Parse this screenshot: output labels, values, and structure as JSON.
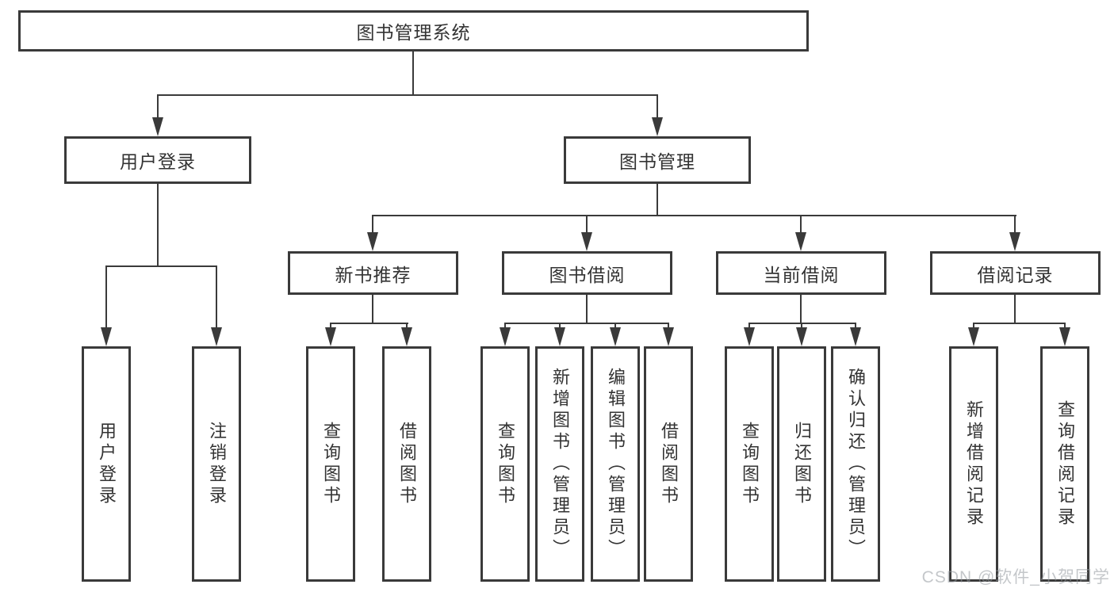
{
  "diagram": {
    "title": "图书管理系统",
    "watermark": "CSDN @软件_小贺同学",
    "colors": {
      "line": "#3a3a3a",
      "text": "#333333",
      "background": "#ffffff",
      "watermark": "#96999e"
    },
    "tree": {
      "label": "图书管理系统",
      "children": [
        {
          "label": "用户登录",
          "children": [
            {
              "label": "用户登录"
            },
            {
              "label": "注销登录"
            }
          ]
        },
        {
          "label": "图书管理",
          "children": [
            {
              "label": "新书推荐",
              "children": [
                {
                  "label": "查询图书"
                },
                {
                  "label": "借阅图书"
                }
              ]
            },
            {
              "label": "图书借阅",
              "children": [
                {
                  "label": "查询图书"
                },
                {
                  "label": "新增图书（管理员）"
                },
                {
                  "label": "编辑图书（管理员）"
                },
                {
                  "label": "借阅图书"
                }
              ]
            },
            {
              "label": "当前借阅",
              "children": [
                {
                  "label": "查询图书"
                },
                {
                  "label": "归还图书"
                },
                {
                  "label": "确认归还（管理员）"
                }
              ]
            },
            {
              "label": "借阅记录",
              "children": [
                {
                  "label": "新增借阅记录"
                },
                {
                  "label": "查询借阅记录"
                }
              ]
            }
          ]
        }
      ]
    }
  }
}
